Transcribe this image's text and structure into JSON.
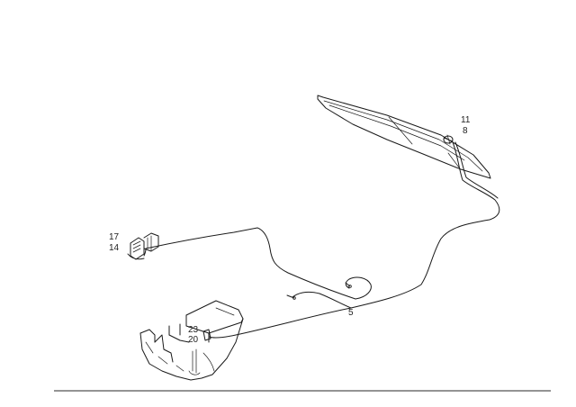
{
  "callouts": {
    "c11": "11",
    "c8": "8",
    "c17": "17",
    "c14": "14",
    "c5": "5",
    "c23": "23",
    "c20": "20"
  },
  "colors": {
    "line": "#1a1a1a",
    "background": "#ffffff",
    "baseline": "#555555"
  }
}
